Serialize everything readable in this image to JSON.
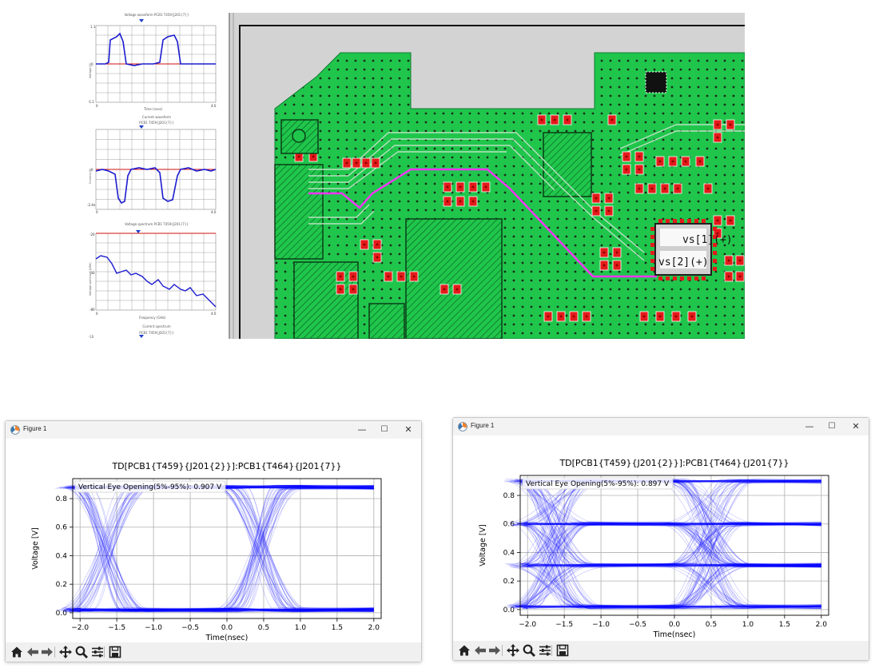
{
  "scopes": {
    "panel1": {
      "title": "Voltage waveform PCB1 T459{J201{7}}",
      "ylabel": "Voltage (V)",
      "xlabel": "Time (nsec)",
      "y_ticks": [
        "1.1",
        "0",
        "-1.1"
      ],
      "x_ticks": [
        "0",
        "4.0"
      ]
    },
    "panel2": {
      "header": "Current waveform",
      "title": "PCB1 T459{J201{7}}",
      "ylabel": "Current (A)",
      "y_ticks": [
        "0",
        "-2.4e"
      ],
      "x_ticks": [
        "0",
        "4.0"
      ]
    },
    "panel3": {
      "title": "Voltage spectrum PCB1 T459{J201{7}}",
      "ylabel": "Voltage spectrum (dBV)",
      "xlabel": "Frequency (GHz)",
      "y_ticks": [
        "-20",
        "-40",
        "-80"
      ],
      "x_ticks": [
        "0",
        "4.0"
      ]
    },
    "panel4": {
      "header": "Current spectrum",
      "title": "PCB1 T459{J201{7}}",
      "y_ticks": [
        "-10"
      ]
    }
  },
  "colors": {
    "scope_trace": "#1b1bd0",
    "scope_ref": "#d01010",
    "pcb_copper": "#1fc64b",
    "pcb_background": "#d3d3d3",
    "eye_trace": "#0000ff",
    "highlight_net": "#ff33ff"
  },
  "pcb": {
    "labels": [
      "vs[1](+)",
      "vs[2](+)"
    ]
  },
  "figures": [
    {
      "window_title": "Figure 1",
      "controls": {
        "minimize": "—",
        "maximize": "☐",
        "close": "✕"
      },
      "chart_data": {
        "type": "line",
        "title": "TD[PCB1{T459}{J201{2}}]:PCB1{T464}{J201{7}}",
        "xlabel": "Time(nsec)",
        "ylabel": "Voltage [V]",
        "xlim": [
          -2.1,
          2.1
        ],
        "ylim": [
          -0.04,
          0.94
        ],
        "x_ticks": [
          -2.0,
          -1.5,
          -1.0,
          -0.5,
          0.0,
          0.5,
          1.0,
          1.5,
          2.0
        ],
        "y_ticks": [
          0.0,
          0.2,
          0.4,
          0.6,
          0.8
        ],
        "grid": true,
        "annotation": "Vertical Eye Opening(5%-95%): 0.907 V",
        "levels": [
          0.02,
          0.88
        ],
        "crossings": [
          -1.65,
          0.45
        ],
        "pattern": "NRZ eye diagram"
      }
    },
    {
      "window_title": "Figure 1",
      "controls": {
        "minimize": "—",
        "maximize": "☐",
        "close": "✕"
      },
      "chart_data": {
        "type": "line",
        "title": "TD[PCB1{T459}{J201{2}}]:PCB1{T464}{J201{7}}",
        "xlabel": "Time(nsec)",
        "ylabel": "Voltage [V]",
        "xlim": [
          -2.1,
          2.1
        ],
        "ylim": [
          -0.04,
          0.94
        ],
        "x_ticks": [
          -2.0,
          -1.5,
          -1.0,
          -0.5,
          0.0,
          0.5,
          1.0,
          1.5,
          2.0
        ],
        "y_ticks": [
          0.0,
          0.2,
          0.4,
          0.6,
          0.8
        ],
        "grid": true,
        "annotation": "Vertical Eye Opening(5%-95%): 0.897 V",
        "levels": [
          0.02,
          0.31,
          0.6,
          0.9
        ],
        "crossings": [
          -1.65,
          0.45
        ],
        "pattern": "PAM4 eye diagram"
      }
    }
  ],
  "toolbar": {
    "tools": [
      "home-icon",
      "back-icon",
      "forward-icon",
      "pan-icon",
      "zoom-icon",
      "configure-icon",
      "save-icon"
    ]
  }
}
